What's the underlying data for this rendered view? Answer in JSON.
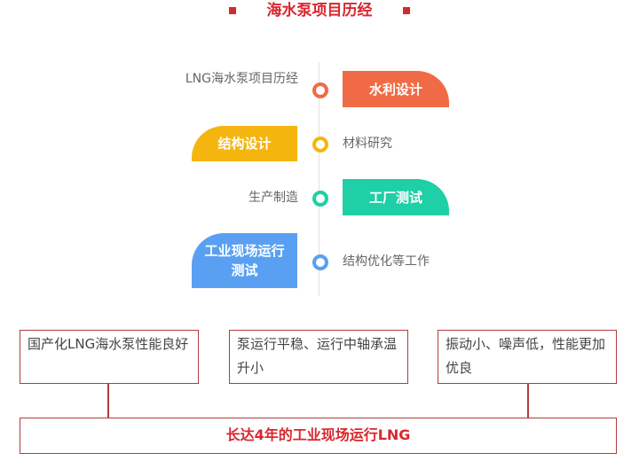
{
  "title": "海水泵项目历经",
  "colors": {
    "accent": "#d9272e",
    "orange": "#f06b45",
    "yellow": "#f5b50f",
    "teal": "#1fcfa6",
    "blue": "#5aa0f2"
  },
  "timeline": [
    {
      "left_text": "LNG海水泵项目历经",
      "right_pill": "水利设计",
      "dot_color": "#f06b45"
    },
    {
      "left_pill": "结构设计",
      "right_text": "材料研究",
      "dot_color": "#f5b50f"
    },
    {
      "left_text": "生产制造",
      "right_pill": "工厂测试",
      "dot_color": "#1fcfa6"
    },
    {
      "left_pill": "工业现场运行测试",
      "right_text": "结构优化等工作",
      "dot_color": "#5aa0f2"
    }
  ],
  "results": [
    "国产化LNG海水泵性能良好",
    "泵运行平稳、运行中轴承温升小",
    "振动小、噪声低，性能更加优良"
  ],
  "conclusion": "长达4年的工业现场运行LNG"
}
